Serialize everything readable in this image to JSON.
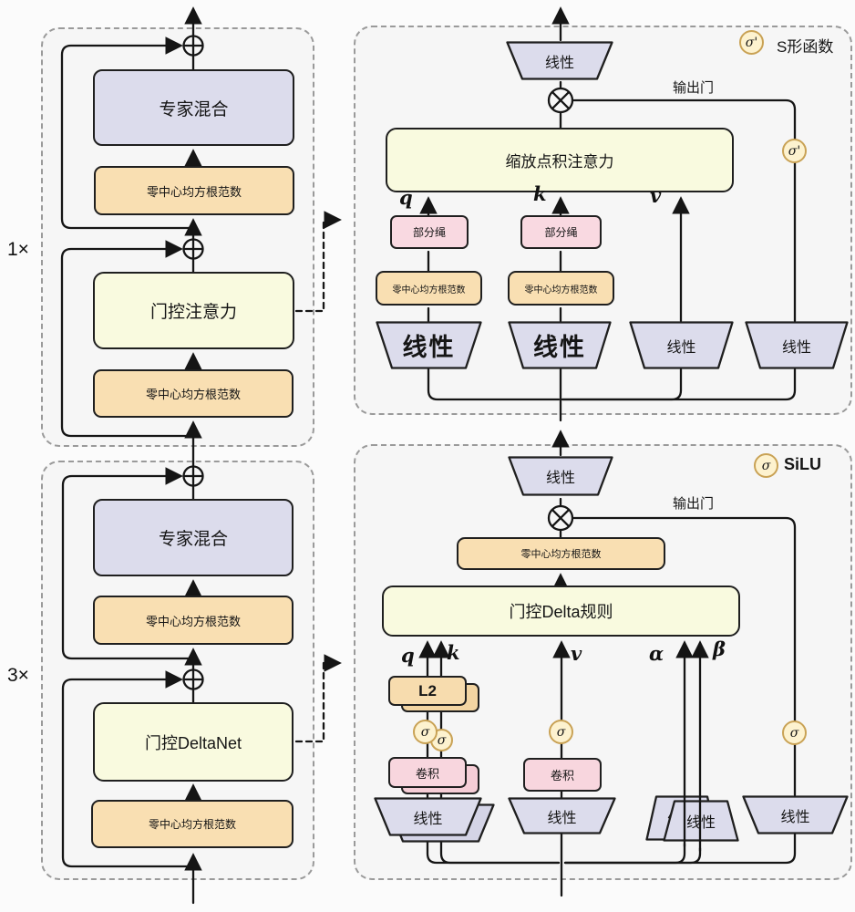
{
  "labels": {
    "moe": "专家混合",
    "zero_centered_rmsnorm": "零中心均方根范数",
    "linear": "线性",
    "partial_rope": "部分绳",
    "conv": "卷积",
    "l2_norm": "L2",
    "output_gate": "输出门",
    "sigma": "σ",
    "sigma_prime": "σ'"
  },
  "left_column": {
    "attention_block": {
      "repeat": "1×",
      "core": "门控注意力"
    },
    "deltanet_block": {
      "repeat": "3×",
      "core": "门控DeltaNet"
    }
  },
  "attention_detail": {
    "title_box": "缩放点积注意力",
    "q": "q",
    "k": "k",
    "v": "v",
    "legend": {
      "symbol": "σ'",
      "label": "S形函数"
    }
  },
  "deltanet_detail": {
    "title_box": "门控Delta规则",
    "q": "q",
    "k": "k",
    "v": "v",
    "alpha": "α",
    "beta": "β",
    "legend": {
      "symbol": "σ",
      "label": "SiLU"
    }
  },
  "colors": {
    "moe_fill": "#dcdcec",
    "norm_fill": "#f9dfb2",
    "core_fill": "#f9fadf",
    "rope_fill": "#f9d9e1",
    "conv_fill": "#f8d6de",
    "l2_fill": "#f7dcae",
    "linear_fill": "#dcdcec",
    "sigma_fill": "#fdf2cf",
    "sigma_border": "#c9a255",
    "line": "#151515",
    "panel_fill": "#f6f6f6",
    "panel_border": "#9a9a9a"
  }
}
